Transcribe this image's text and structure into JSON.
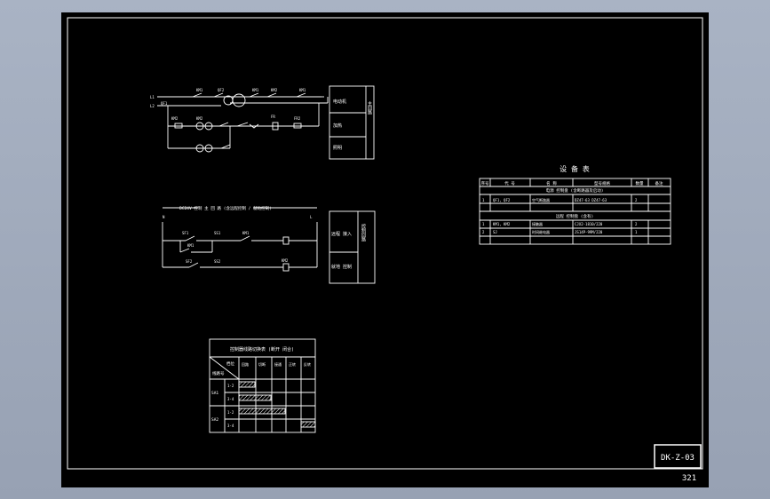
{
  "colors": {
    "line": "#ffffff",
    "sheet": "#000000",
    "frame_bg": "#a9b3c4"
  },
  "title_block": {
    "code": "DK-Z-03"
  },
  "page_number": "321",
  "equipment_table": {
    "title": "设 备 表",
    "headers": [
      "序号",
      "代 号",
      "名 称",
      "型号规格",
      "数量",
      "备注"
    ],
    "section1": "电源 控制盘 (含断路器及启动)",
    "row1": [
      "1",
      "QF1, QF2",
      "空气断路器",
      "DZ47-63  DZ47-63",
      "2",
      ""
    ],
    "section2": "远程 控制盘 (含有)",
    "row2": [
      "1",
      "KM1, KM2",
      "接触器",
      "CJX2-1810/220",
      "2",
      ""
    ],
    "row3": [
      "2",
      "SJ",
      "时间继电器",
      "JS14P-99M/220",
      "1",
      ""
    ]
  },
  "circuit1": {
    "labels": [
      "L1",
      "L2",
      "QF1",
      "KM1",
      "QF2",
      "KM1",
      "KM2",
      "KM1",
      "KM2",
      "KM2",
      "FR",
      "FR2"
    ],
    "legend": [
      "电动机",
      "加热",
      "照明"
    ],
    "legend_side": "主回路"
  },
  "circuit2": {
    "header": "DC24V 控制 主 回 路 (含远程控制 / 就地控制)",
    "left_tag": "N",
    "right_tag": "L",
    "labels": [
      "SF1",
      "SS1",
      "KM1",
      "KM1",
      "SF2",
      "SS2",
      "KM2"
    ],
    "legend": [
      "远程 接入",
      "就地 控制"
    ],
    "legend_side": "控制回路"
  },
  "seq_table": {
    "title": "控制器线路切换表 (断开 闭合)",
    "col_headers": [
      "档位",
      "回路",
      "切断",
      "接通",
      "正转",
      "反转"
    ],
    "row_headers": [
      "线路号",
      "SA1",
      "SA2"
    ],
    "row_labels": [
      "1-2",
      "3-4",
      "1-2",
      "3-4"
    ]
  }
}
